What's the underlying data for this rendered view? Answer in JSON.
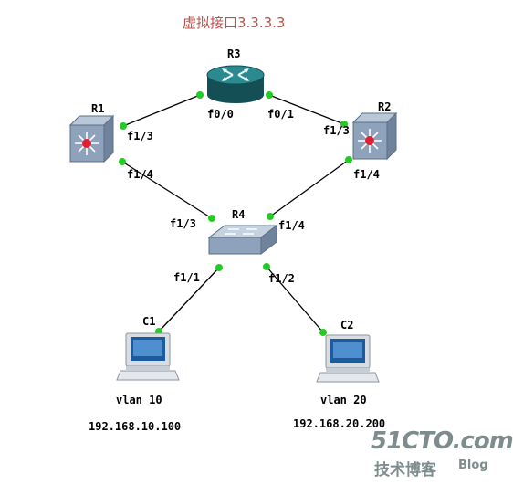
{
  "title": "虚拟接口3.3.3.3",
  "devices": {
    "r3": "R3",
    "r1": "R1",
    "r2": "R2",
    "r4": "R4",
    "c1": "C1",
    "c2": "C2"
  },
  "interfaces": {
    "r3_f00": "f0/0",
    "r3_f01": "f0/1",
    "r1_f13": "f1/3",
    "r1_f14": "f1/4",
    "r2_f13": "f1/3",
    "r2_f14": "f1/4",
    "r4_f13": "f1/3",
    "r4_f14": "f1/4",
    "r4_f11": "f1/1",
    "r4_f12": "f1/2"
  },
  "hosts": {
    "c1_vlan": "vlan 10",
    "c1_ip": "192.168.10.100",
    "c2_vlan": "vlan 20",
    "c2_ip": "192.168.20.200"
  },
  "watermark": {
    "site": "51CTO.com",
    "subtitle": "技术博客",
    "blog": "Blog"
  },
  "colors": {
    "link": "#000000",
    "port_dot": "#22cc22",
    "title": "#c0504d",
    "router": "#1e6f74",
    "switch": "#7f95ad"
  },
  "icons": {
    "router": "router-icon",
    "l3switch": "multilayer-switch-icon",
    "switch": "switch-icon",
    "host": "pc-icon"
  }
}
